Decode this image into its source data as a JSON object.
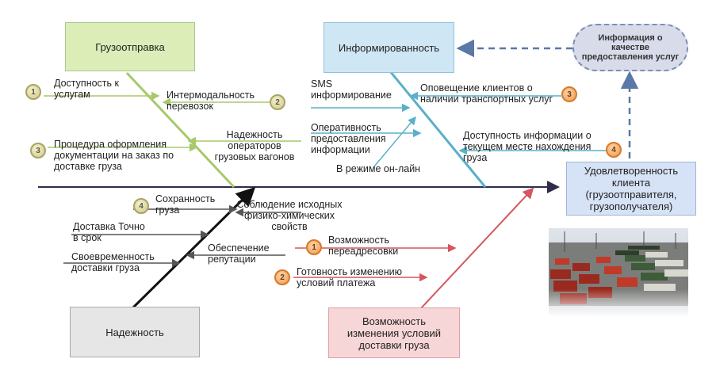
{
  "categories": {
    "shipping": "Грузоотправка",
    "information": "Информированность",
    "reliability": "Надежность",
    "conditions": "Возможность изменения условий доставки груза"
  },
  "outcome": "Удовлетворенность клиента (грузоотправителя, грузополучателя)",
  "feedback": "Информация о качестве предоставления услуг",
  "factors": {
    "access_services": "Доступность к услугам",
    "intermodal": "Интермодальность перевозок",
    "reliability_operators": "Надежность операторов грузовых вагонов",
    "order_procedure": "Процедура оформления документации на заказ по доставке груза",
    "sms": "SMS информирование",
    "notify_vehicles": "Оповещение клиентов о наличии транспортных услуг",
    "operative_info": "Оперативность предоставления информации",
    "online": "В режиме он-лайн",
    "access_location": "Доступность информации о текущем месте нахождения груза",
    "safety": "Сохранность груза",
    "physchem": "Соблюдение исходных физико-химических свойств",
    "on_time": "Доставка Точно в срок",
    "reputation": "Обеспечение репутации",
    "timeliness": "Своевременность доставки груза",
    "readdress": "Возможность переадресовки",
    "payment_change": "Готовность изменению условий платежа"
  },
  "badges": {
    "access_services": "1",
    "intermodal": "2",
    "order_procedure": "3",
    "notify_vehicles": "3",
    "access_location": "4",
    "safety": "4",
    "readdress": "1",
    "payment_change": "2"
  },
  "photo": {
    "icon": "rail-yard-photo"
  },
  "colors": {
    "shipping_box": "#dcedb8",
    "information_box": "#cfe6f4",
    "reliability_box": "#e6e6e6",
    "conditions_box": "#f7d6d8",
    "outcome_box": "#d6e2f5",
    "feedback_box": "#d8dcea",
    "green_line": "#a7c96a",
    "blue_line": "#5ab0c8",
    "red_line": "#d4565e",
    "black_line": "#111111",
    "spine": "#2f2b4d",
    "dash": "#5a78a8"
  }
}
